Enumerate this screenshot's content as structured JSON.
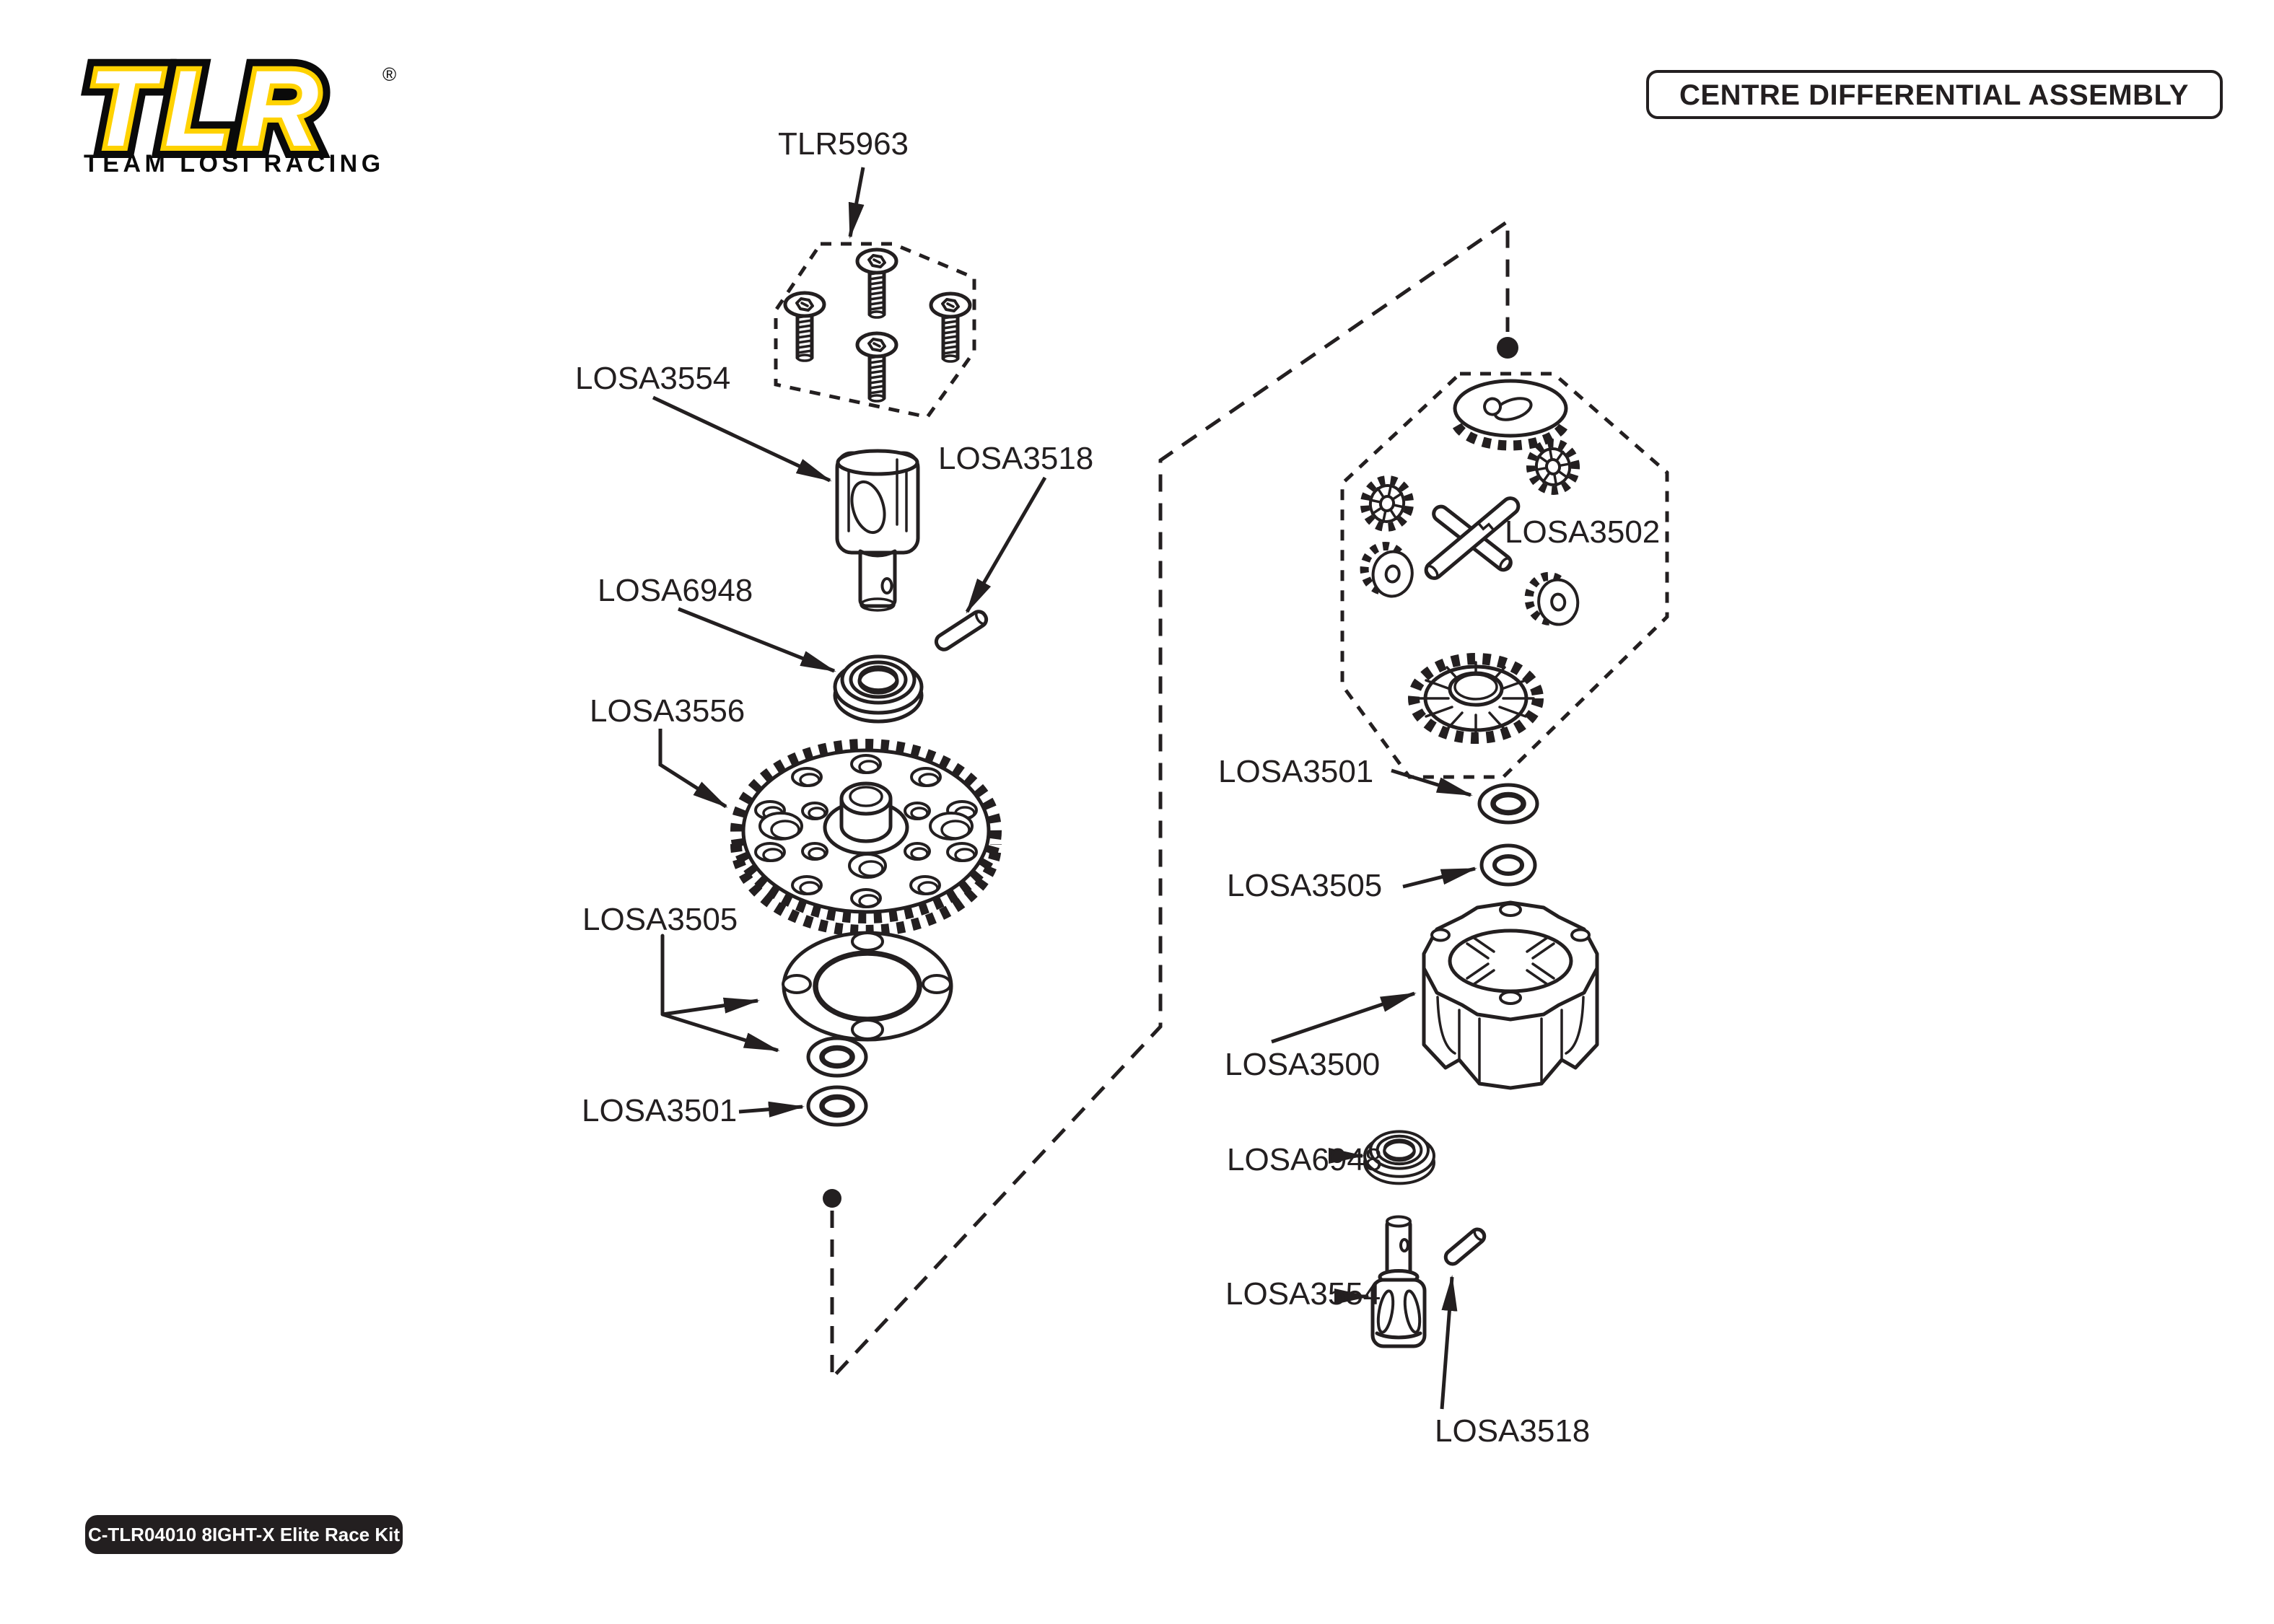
{
  "colors": {
    "ink": "#231f20",
    "brand_yellow": "#FFD200",
    "background": "#ffffff",
    "badge_background": "#231f20",
    "badge_text": "#ffffff"
  },
  "logo": {
    "text": "TLR",
    "registered": "®",
    "subtitle": "TEAM LOSI RACING"
  },
  "header": {
    "title": "CENTRE DIFFERENTIAL ASSEMBLY"
  },
  "footer": {
    "kit_label": "C-TLR04010 8IGHT-X Elite Race Kit"
  },
  "parts": {
    "tlr5963": "TLR5963",
    "losa3554_left": "LOSA3554",
    "losa3518_left": "LOSA3518",
    "losa6948_left": "LOSA6948",
    "losa3556": "LOSA3556",
    "losa3505_left": "LOSA3505",
    "losa3501_left": "LOSA3501",
    "losa3502": "LOSA3502",
    "losa3501_right": "LOSA3501",
    "losa3505_right": "LOSA3505",
    "losa3500": "LOSA3500",
    "losa6948_right": "LOSA6948",
    "losa3554_right": "LOSA3554",
    "losa3518_right": "LOSA3518"
  }
}
